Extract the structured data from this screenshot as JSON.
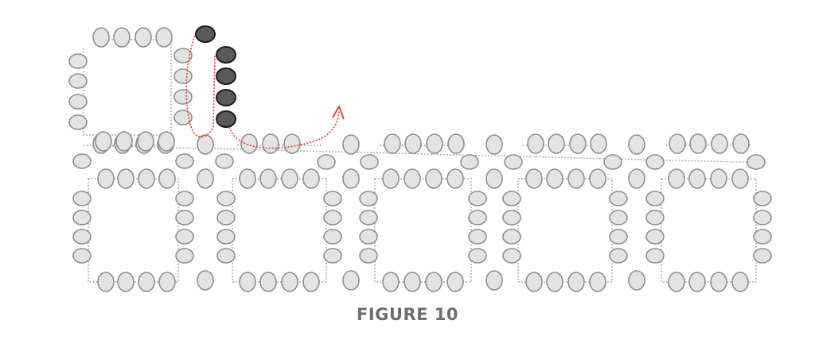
{
  "figure": {
    "caption": "FIGURE 10"
  },
  "colors": {
    "background": "#ffffff",
    "bead_fill": "#e3e3e3",
    "bead_stroke": "#8f8f8f",
    "dark_bead_fill": "#5a5a5a",
    "dark_bead_stroke": "#1c1c1c",
    "thread": "#a8a8a8",
    "thread_path": "#e23a2a"
  },
  "diagram": {
    "description_type": "bead-weaving right-angle weave panel",
    "base_units": 4,
    "new_beads_added": 5,
    "thread_direction_icon": "arrow-icon"
  }
}
